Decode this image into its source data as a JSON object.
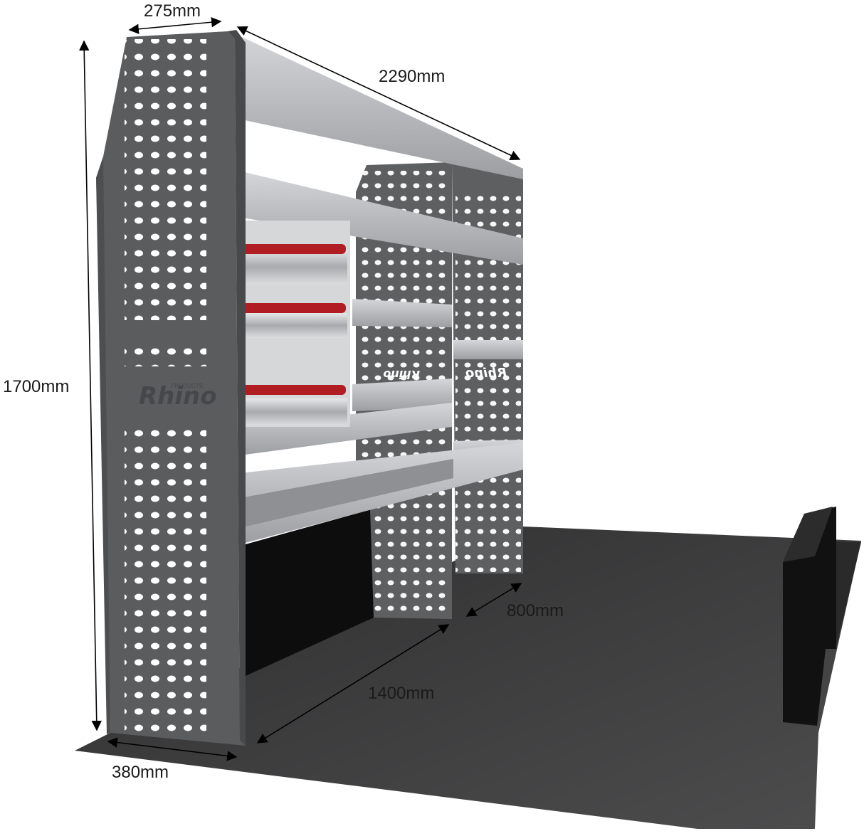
{
  "dimensions": {
    "height": "1700mm",
    "top_depth": "275mm",
    "length": "2290mm",
    "base_depth": "380mm",
    "floor_span": "1400mm",
    "bay_width": "800mm"
  },
  "branding": {
    "logo_word": "Rhino",
    "logo_small": "PRODUCTS"
  },
  "colors": {
    "panel": "#5b5c5e",
    "panel_dark": "#4a4b4d",
    "shelf": "#a9abae",
    "shelf_light": "#c9cbce",
    "floor": "#3b3b3c",
    "drawer_handle": "#b01e23",
    "arrow": "#000000"
  }
}
